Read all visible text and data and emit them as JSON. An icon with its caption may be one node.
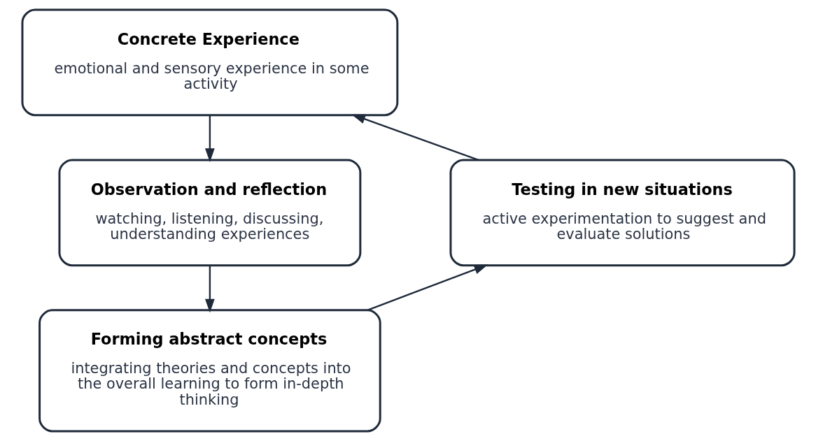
{
  "diagram": {
    "nodes": [
      {
        "text": [
          "Concrete Experience",
          "emotional and sensory experience in some activity"
        ]
      },
      {
        "text": [
          "Observation and reflection",
          "watching, listening, discussing, understanding experiences"
        ]
      },
      {
        "text": [
          "Forming abstract concepts",
          "integrating theories and concepts into the overall learning to form in-depth thinking"
        ]
      },
      {
        "text": [
          "Testing in new situations",
          "active experimentation to suggest and evaluate solutions"
        ]
      }
    ],
    "edges": [
      {
        "from": 0,
        "to": 1,
        "arrow": "to"
      },
      {
        "from": 1,
        "to": 2,
        "arrow": "to"
      },
      {
        "from": 2,
        "to": 3,
        "arrow": "to"
      },
      {
        "from": 3,
        "to": 0,
        "arrow": "to"
      }
    ]
  }
}
